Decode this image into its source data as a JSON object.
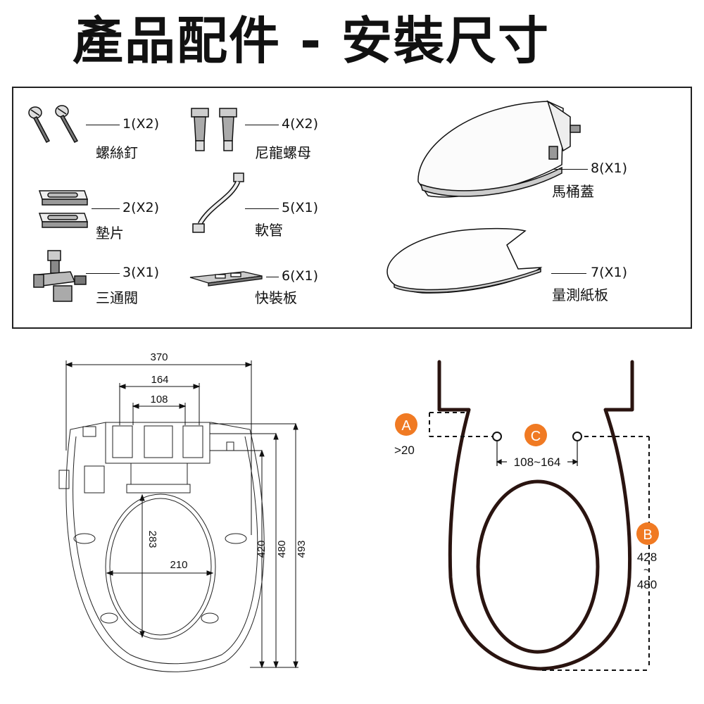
{
  "title": "產品配件 - 安裝尺寸",
  "parts": [
    {
      "code": "1(X2)",
      "name": "螺絲釘",
      "icon": "screw-icon"
    },
    {
      "code": "2(X2)",
      "name": "墊片",
      "icon": "pad-icon"
    },
    {
      "code": "3(X1)",
      "name": "三通閥",
      "icon": "tee-valve-icon"
    },
    {
      "code": "4(X2)",
      "name": "尼龍螺母",
      "icon": "nylon-nut-icon"
    },
    {
      "code": "5(X1)",
      "name": "軟管",
      "icon": "hose-icon"
    },
    {
      "code": "6(X1)",
      "name": "快裝板",
      "icon": "quick-plate-icon"
    },
    {
      "code": "8(X1)",
      "name": "馬桶蓋",
      "icon": "toilet-seat-icon"
    },
    {
      "code": "7(X1)",
      "name": "量測紙板",
      "icon": "template-board-icon"
    }
  ],
  "seat_dimensions": {
    "overall_width": "370",
    "mount_outer": "164",
    "mount_inner": "108",
    "opening_length": "283",
    "opening_width": "210",
    "length_a": "420",
    "length_b": "480",
    "length_c": "493"
  },
  "toilet_dimensions": {
    "badge_a": "A",
    "badge_b": "B",
    "badge_c": "C",
    "a_value": ">20",
    "c_value": "108~164",
    "b_value_min": "428",
    "b_value_sep": "~",
    "b_value_max": "480"
  },
  "colors": {
    "badge": "#F07A23",
    "outline": "#2a1410",
    "line": "#111111"
  }
}
